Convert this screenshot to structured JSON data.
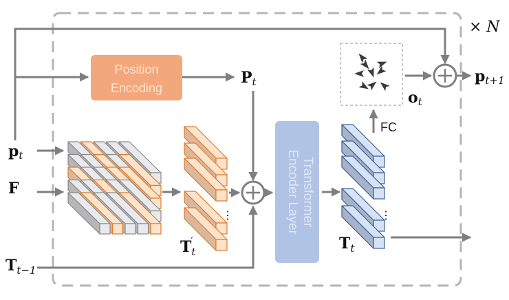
{
  "diagram": {
    "repeat_label": "× N",
    "inputs": {
      "p_t": {
        "main": "p",
        "sub": "t"
      },
      "F": {
        "main": "F"
      },
      "T_prev": {
        "main": "T",
        "sub": "t−1"
      }
    },
    "position_encoding": {
      "line1": "Position",
      "line2": "Encoding",
      "color": "#f3a77c",
      "text_color": "#fde3cf"
    },
    "P_t": {
      "main": "P",
      "sub": "t"
    },
    "T_prime": {
      "main": "T",
      "sub": "t",
      "sup": "′"
    },
    "transformer": {
      "line1": "Transformer",
      "line2": "Encoder Layer",
      "color": "#b1c3e5",
      "text_color": "#dce6f5"
    },
    "T_t": {
      "main": "T",
      "sub": "t"
    },
    "fc_label": "FC",
    "o_t": {
      "main": "o",
      "sub": "t"
    },
    "p_next": {
      "main": "p",
      "sub": "t+1"
    },
    "colors": {
      "orange_face": "#fde3cc",
      "orange_side": "#d9b89f",
      "orange_stroke": "#e07b2a",
      "gray_face": "#e8eaed",
      "gray_side": "#b6b6b6",
      "gray_stroke": "#8a8a8a",
      "blue_face": "#d6e3f6",
      "blue_side": "#a7b3c8",
      "blue_stroke": "#3e5f95",
      "line": "#7f7f7f",
      "dashed": "#b5b5b5"
    },
    "cube_grid": [
      [
        "g",
        "o",
        "g",
        "g",
        "g"
      ],
      [
        "g",
        "g",
        "o",
        "g",
        "o"
      ],
      [
        "o",
        "g",
        "g",
        "o",
        "o"
      ],
      [
        "g",
        "g",
        "o",
        "g",
        "g"
      ],
      [
        "g",
        "o",
        "g",
        "g",
        "o"
      ]
    ]
  }
}
